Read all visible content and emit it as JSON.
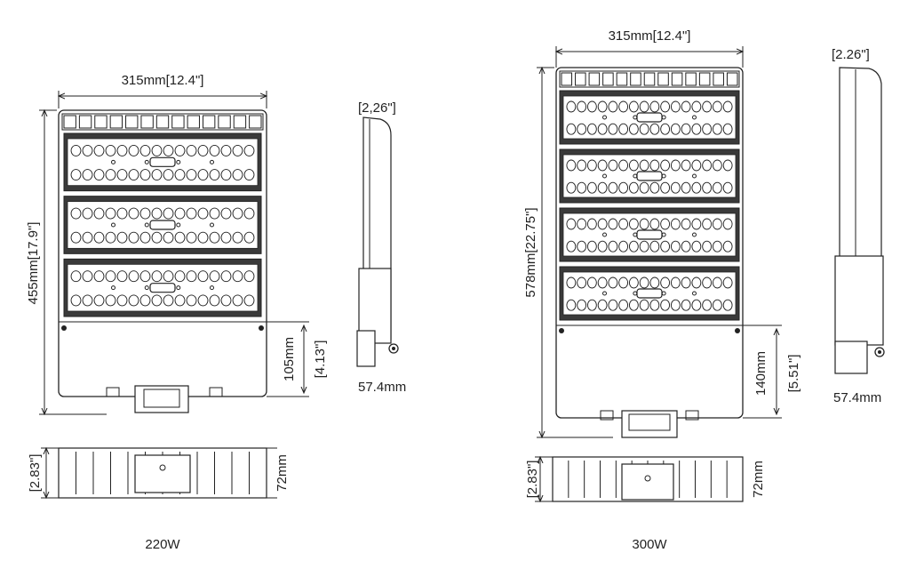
{
  "left": {
    "caption": "220W",
    "width_label": "315mm[12.4\"]",
    "height_label": "455mm[17.9\"]",
    "arm_mm_label": "105mm",
    "arm_in_label": "[4.13\"]",
    "side_top_label": "[2,26\"]",
    "side_bottom_label": "57.4mm",
    "bottom_in_label": "[2.83\"]",
    "bottom_mm_label": "72mm",
    "module_count": 3
  },
  "right": {
    "caption": "300W",
    "width_label": "315mm[12.4\"]",
    "height_label": "578mm[22.75\"]",
    "arm_mm_label": "140mm",
    "arm_in_label": "[5.51\"]",
    "side_top_label": "[2.26\"]",
    "side_bottom_label": "57.4mm",
    "bottom_in_label": "[2.83\"]",
    "bottom_mm_label": "72mm",
    "module_count": 4
  },
  "colors": {
    "line": "#222222",
    "module": "#3a3a3a",
    "fill": "#ffffff"
  }
}
